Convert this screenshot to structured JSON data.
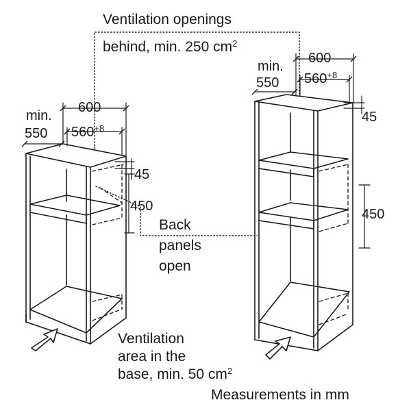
{
  "notes": {
    "vent_top_line1": "Ventilation openings",
    "vent_top_line2": "behind, min. 250 cm",
    "vent_top_sup": "2",
    "back_line1": "Back",
    "back_line2": "panels",
    "back_line3": "open",
    "base_line1": "Ventilation",
    "base_line2": "area in the",
    "base_line3": "base, min. 50 cm",
    "base_sup": "2",
    "units": "Measurements in mm"
  },
  "left_unit": {
    "min_label": "min.",
    "min_value": "550",
    "width_outer": "600",
    "width_inner": "560",
    "width_inner_tol": "+8",
    "gap": "45",
    "niche_height": "450"
  },
  "right_unit": {
    "min_label": "min.",
    "min_value": "550",
    "width_outer": "600",
    "width_inner": "560",
    "width_inner_tol": "+8",
    "gap": "45",
    "niche_height": "450"
  },
  "colors": {
    "line": "#1a1a1a",
    "background": "#ffffff"
  }
}
